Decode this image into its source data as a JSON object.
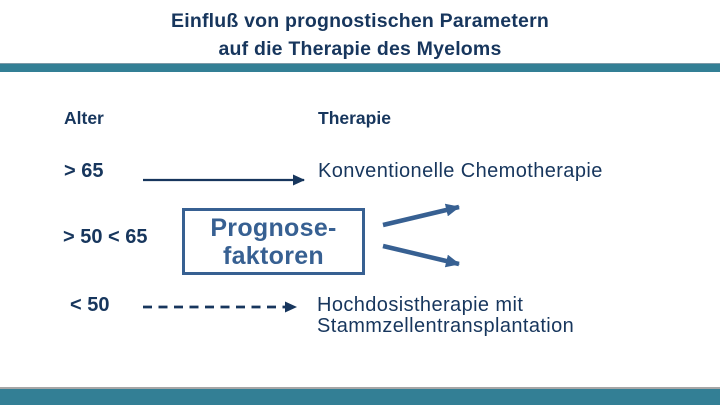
{
  "title": {
    "line1": "Einfluß von prognostischen Parametern",
    "line2": "auf die Therapie des Myeloms"
  },
  "columns": {
    "left_header": "Alter",
    "right_header": "Therapie"
  },
  "ages": {
    "over_65": "> 65",
    "between_50_and_65": "> 50 < 65",
    "under_50": "< 50"
  },
  "therapies": {
    "conventional": "Konventionelle Chemotherapie",
    "highdose_line1": "Hochdosistherapie mit",
    "highdose_line2": "Stammzellentransplantation"
  },
  "prognosis_box": {
    "line1": "Prognose-",
    "line2": "faktoren"
  },
  "colors": {
    "navy": "#17365d",
    "accent": "#376092",
    "teal": "#337f95",
    "gray_line": "#a6a6a6",
    "background": "#ffffff"
  }
}
